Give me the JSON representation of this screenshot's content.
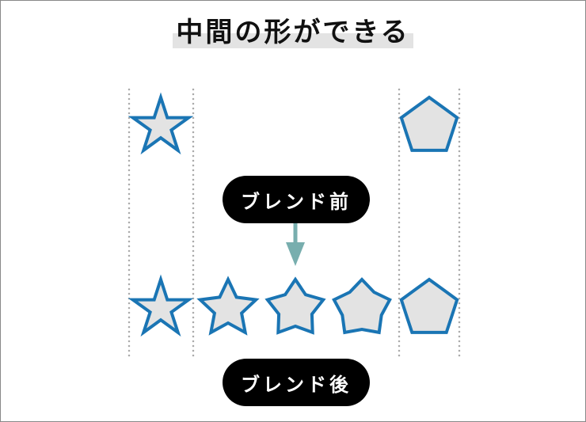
{
  "title": "中間の形ができる",
  "label_before": "ブレンド前",
  "label_after": "ブレンド後",
  "source_shapes": [
    "star",
    "pentagon"
  ],
  "blend_steps": [
    0,
    0.25,
    0.5,
    0.75,
    1
  ],
  "colors": {
    "stroke": "#1a75b4",
    "fill": "#e3e3e3",
    "arrow": "#78aeae",
    "guide": "#aaaaaa"
  }
}
